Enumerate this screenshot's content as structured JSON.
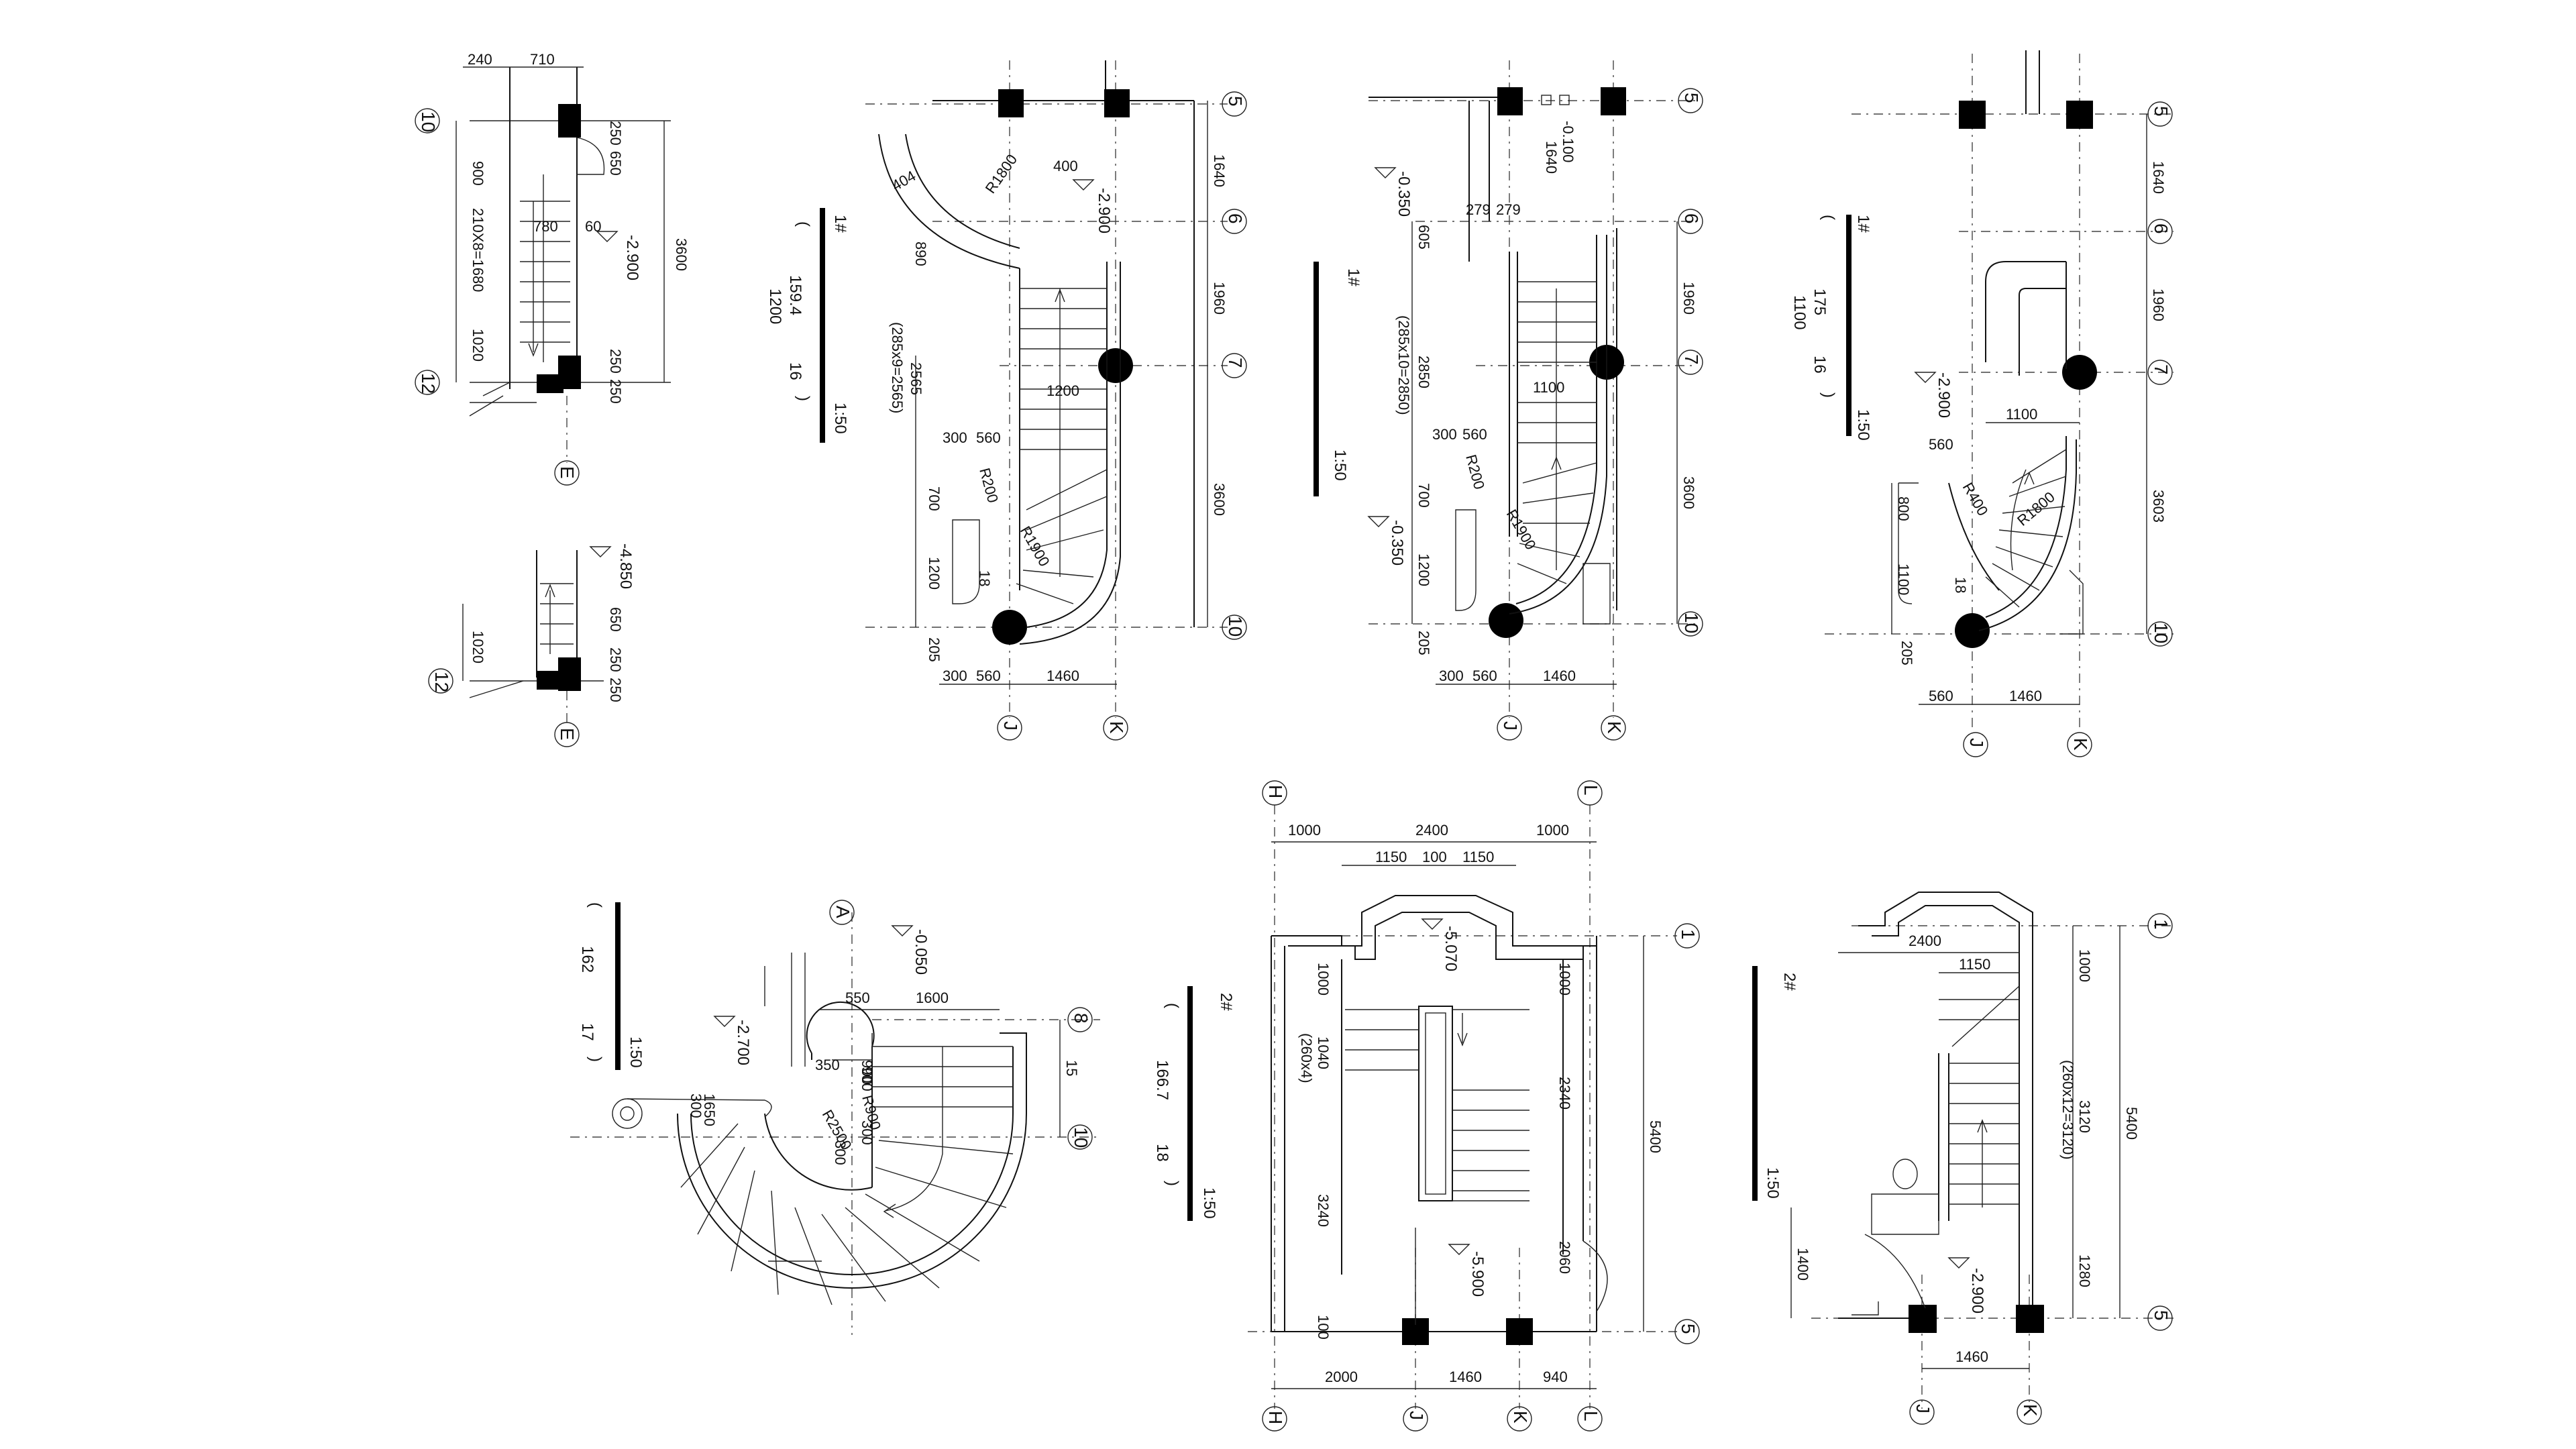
{
  "sheet": {
    "views": [
      {
        "id": "v1",
        "grids": [
          "10",
          "12",
          "E"
        ],
        "dims": [
          "240",
          "710",
          "250",
          "650",
          "900",
          "210X8=1680",
          "1020",
          "780",
          "60",
          "250",
          "250",
          "3600"
        ],
        "levels": [
          "-2.900"
        ],
        "caption": null
      },
      {
        "id": "v2",
        "grids": [
          "12",
          "E"
        ],
        "dims": [
          "1020",
          "650",
          "250",
          "250"
        ],
        "levels": [
          "-4.850"
        ],
        "caption": null
      },
      {
        "id": "v3",
        "grids": [
          "5",
          "6",
          "7",
          "10",
          "J",
          "K"
        ],
        "dims": [
          "400",
          "R1800",
          "404",
          "890",
          "1640",
          "1960",
          "2565",
          "(285x9=2565)",
          "1200",
          "300",
          "560",
          "700",
          "R200",
          "R1900",
          "1200",
          "18",
          "205",
          "300",
          "560",
          "1460",
          "3600"
        ],
        "levels": [
          "-2.900"
        ],
        "caption": {
          "label": "1#",
          "lines": [
            "(",
            "159.4",
            "1200",
            "16",
            ")",
            "1:50"
          ]
        }
      },
      {
        "id": "v4",
        "grids": [
          "5",
          "6",
          "7",
          "10",
          "J",
          "K"
        ],
        "dims": [
          "-0.100",
          "1640",
          "279",
          "279",
          "605",
          "2850",
          "(285x10=2850)",
          "1100",
          "300",
          "560",
          "700",
          "R200",
          "R1900",
          "1200",
          "205",
          "300",
          "560",
          "1460",
          "1960",
          "3600"
        ],
        "levels": [
          "-0.350",
          "-0.350",
          "-0.100"
        ],
        "caption": {
          "label": "1#",
          "lines": [
            "1:50"
          ]
        }
      },
      {
        "id": "v5",
        "grids": [
          "5",
          "6",
          "7",
          "10",
          "J",
          "K"
        ],
        "dims": [
          "1640",
          "1960",
          "1100",
          "560",
          "800",
          "R400",
          "R1800",
          "1100",
          "18",
          "205",
          "560",
          "1460",
          "3603"
        ],
        "levels": [
          "-2.900"
        ],
        "caption": {
          "label": "1#",
          "lines": [
            "(",
            "175",
            "1100",
            "16",
            ")",
            "1:50"
          ]
        }
      },
      {
        "id": "v6",
        "grids": [
          "A",
          "8",
          "10"
        ],
        "dims": [
          "550",
          "1600",
          "350",
          "900",
          "300",
          "R900",
          "R2500",
          "300",
          "300",
          "1650",
          "15"
        ],
        "levels": [
          "-0.050",
          "-2.700"
        ],
        "caption": {
          "label": "",
          "lines": [
            "(",
            "162",
            "17",
            ")",
            "1:50"
          ]
        }
      },
      {
        "id": "v7",
        "grids": [
          "H",
          "L",
          "1",
          "5",
          "H",
          "J",
          "K",
          "L"
        ],
        "dims": [
          "1000",
          "2400",
          "1000",
          "1150",
          "100",
          "1150",
          "1000",
          "1000",
          "1040",
          "(260x4)",
          "2340",
          "3240",
          "2060",
          "100",
          "5400",
          "2000",
          "1460",
          "940"
        ],
        "levels": [
          "-5.070",
          "-5.900"
        ],
        "caption": {
          "label": "2#",
          "lines": [
            "(",
            "166.7",
            "18",
            ")",
            "1:50"
          ]
        }
      },
      {
        "id": "v8",
        "grids": [
          "1",
          "5",
          "J",
          "K"
        ],
        "dims": [
          "2400",
          "1150",
          "1000",
          "3120",
          "(260x12=3120)",
          "1280",
          "1400",
          "5400",
          "1460"
        ],
        "levels": [
          "-2.900"
        ],
        "caption": {
          "label": "2#",
          "lines": [
            "1:50"
          ]
        }
      }
    ]
  }
}
